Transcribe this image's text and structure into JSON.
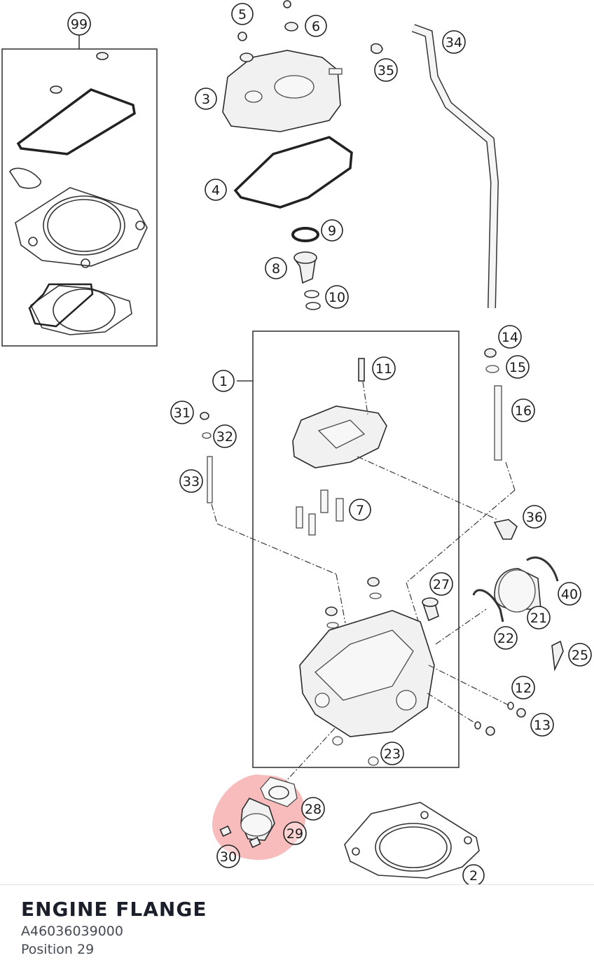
{
  "diagram": {
    "callouts": [
      "99",
      "5",
      "6",
      "3",
      "34",
      "35",
      "4",
      "9",
      "8",
      "10",
      "14",
      "15",
      "1",
      "11",
      "16",
      "31",
      "32",
      "33",
      "7",
      "36",
      "27",
      "40",
      "21",
      "22",
      "25",
      "12",
      "13",
      "23",
      "28",
      "29",
      "30",
      "2"
    ],
    "highlighted_callout": "29",
    "highlight_color": "#f26b6b"
  },
  "part": {
    "name": "ENGINE FLANGE",
    "number": "A46036039000",
    "position": "Position 29"
  }
}
